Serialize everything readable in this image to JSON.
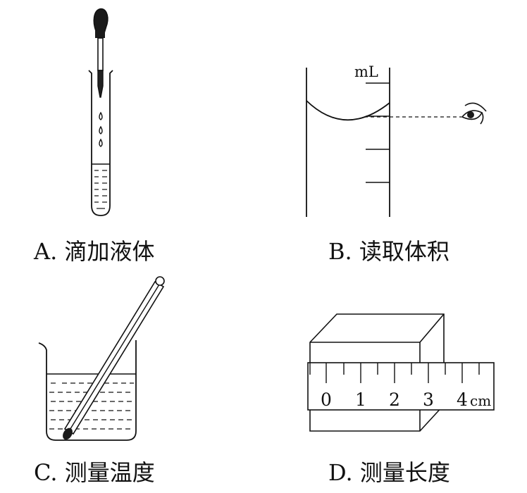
{
  "panels": {
    "a": {
      "caption": "A. 滴加液体"
    },
    "b": {
      "caption": "B. 读取体积",
      "unit_label": "mL"
    },
    "c": {
      "caption": "C. 测量温度"
    },
    "d": {
      "caption": "D. 测量长度",
      "ruler_ticks": [
        "0",
        "1",
        "2",
        "3",
        "4"
      ],
      "ruler_unit": "cm"
    }
  }
}
